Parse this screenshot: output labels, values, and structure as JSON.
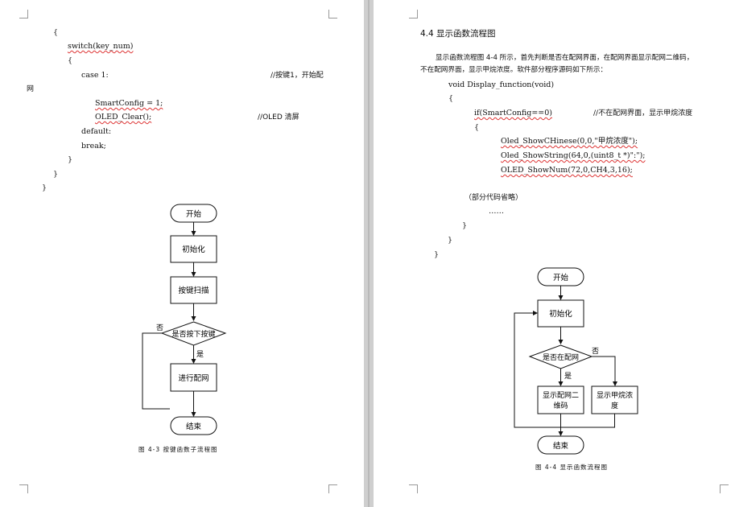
{
  "left_page": {
    "code_lines": [
      "{",
      "switch(key_num)",
      "{",
      "case 1:",
      "//按键1，开始配",
      "网",
      "SmartConfig = 1;",
      "OLED_Clear();",
      "//OLED 清屏",
      "default:",
      "break;",
      "}",
      "}",
      "}"
    ],
    "flowchart": {
      "start": "开始",
      "init": "初始化",
      "scan": "按键扫描",
      "decision": "是否按下按键",
      "no": "否",
      "yes": "是",
      "action": "进行配网",
      "end": "结束"
    },
    "caption": "图 4-3   按键函数子流程图"
  },
  "right_page": {
    "heading": "4.4  显示函数流程图",
    "para_line1": "显示函数流程图 4-4 所示，首先判断是否在配网界面，在配网界面显示配网二维码，",
    "para_line2": "不在配网界面，显示甲烷浓度。软件部分程序源码如下所示：",
    "code_lines": [
      "void Display_function(void)",
      "{",
      "if(SmartConfig==0)",
      "//不在配网界面，显示甲烷浓度",
      "{",
      "Oled_ShowCHinese(0,0,\"甲烷浓度\");",
      "Oled_ShowString(64,0,(uint8_t *)\":\");",
      "OLED_ShowNum(72,0,CH4,3,16);",
      "（部分代码省略）",
      "……",
      "}",
      "}",
      "}"
    ],
    "flowchart": {
      "start": "开始",
      "init": "初始化",
      "decision": "是否在配网",
      "no": "否",
      "yes": "是",
      "qr_line1": "显示配网二",
      "qr_line2": "维码",
      "ch4_line1": "显示甲烷浓",
      "ch4_line2": "度",
      "end": "结束"
    },
    "caption": "图 4-4   显示函数流程图"
  }
}
